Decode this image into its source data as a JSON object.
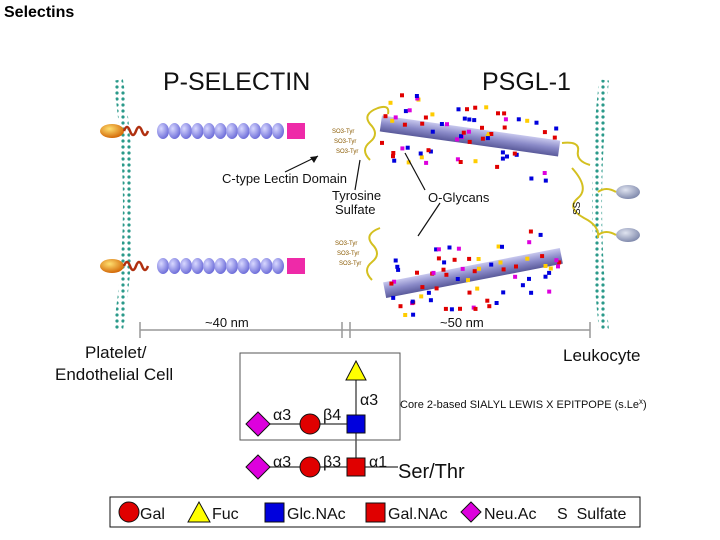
{
  "page_title": "Selectins",
  "labels": {
    "p_selectin": "P-SELECTIN",
    "psgl1": "PSGL-1",
    "lectin_domain": "C-type Lectin Domain",
    "tyrosine": "Tyrosine",
    "sulfate": "Sulfate",
    "oglycans": "O-Glycans",
    "ss": "SS",
    "dist_left": "~40 nm",
    "dist_right": "~50 nm",
    "platelet_line1": "Platelet/",
    "platelet_line2": "Endothelial Cell",
    "leukocyte": "Leukocyte",
    "so3_tyr": "SO3-Tyr"
  },
  "glycan": {
    "caption": "Core 2-based SIALYL LEWIS X EPITPOPE (s.Le",
    "caption_sup": "x",
    "caption_end": ")",
    "a3_top": "α3",
    "a3_upper": "α3",
    "b4": "β4",
    "a3_lower": "α3",
    "b3": "β3",
    "a1": "α1",
    "ser_thr": "Ser/Thr"
  },
  "legend": {
    "gal": "Gal",
    "fuc": "Fuc",
    "glcnac": "Glc.NAc",
    "galnac": "Gal.NAc",
    "neuac": "Neu.Ac",
    "sulfate": "S  Sulfate"
  },
  "colors": {
    "gal": "#e00000",
    "fuc": "#ffff00",
    "glcnac": "#0000dd",
    "galnac": "#e00000",
    "neuac": "#dd00dd",
    "membrane": "#2a9a8a",
    "bead": "#8a8ae6",
    "lectin": "#1f5f9a",
    "psgl_rod": "#8a8ac8",
    "stalk": "#d4c020"
  }
}
